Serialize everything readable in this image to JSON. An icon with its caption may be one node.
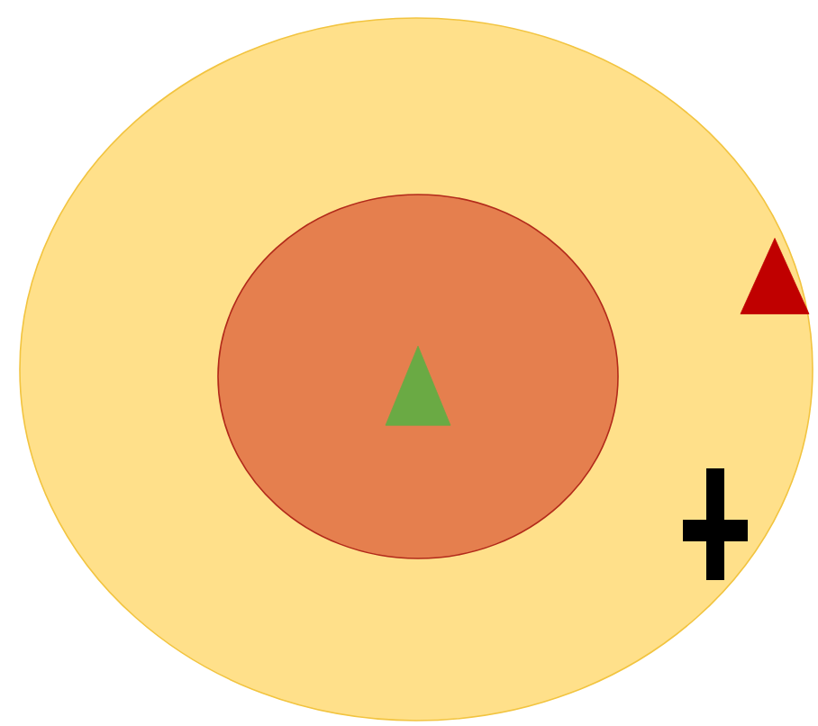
{
  "diagram": {
    "nodes": [
      {
        "text": [],
        "shape": "ellipse"
      },
      {
        "text": [],
        "shape": "ellipse",
        "in": 0
      },
      {
        "text": [],
        "shape": "triangle",
        "in": 1
      },
      {
        "text": [],
        "shape": "triangle",
        "in": 0
      },
      {
        "text": [],
        "shape": "cross",
        "in": 0
      }
    ]
  }
}
